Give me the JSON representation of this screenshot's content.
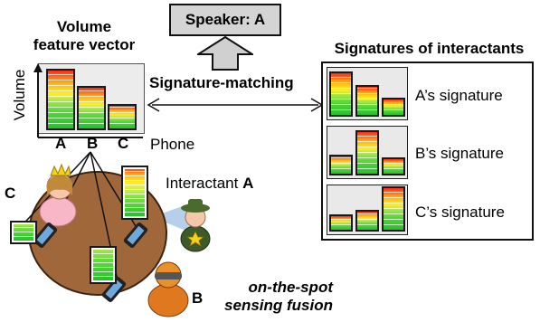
{
  "speaker_box": {
    "label": "Speaker: A"
  },
  "feature_vector": {
    "title_line1": "Volume",
    "title_line2": "feature vector",
    "y_axis_label": "Volume",
    "x_axis_label": "Phone",
    "categories": [
      "A",
      "B",
      "C"
    ],
    "levels": [
      1.0,
      0.72,
      0.42
    ]
  },
  "matching": {
    "label": "Signature-matching"
  },
  "signatures": {
    "title": "Signatures of interactants",
    "items": [
      {
        "label": "A’s signature",
        "levels": [
          1.0,
          0.7,
          0.42
        ]
      },
      {
        "label": "B’s signature",
        "levels": [
          0.45,
          1.0,
          0.4
        ]
      },
      {
        "label": "C’s signature",
        "levels": [
          0.38,
          0.48,
          1.0
        ]
      }
    ]
  },
  "scene": {
    "interactant_prefix": "Interactant ",
    "interactant_letter": "A",
    "label_b": "B",
    "label_c": "C",
    "fusion_line1": "on-the-spot",
    "fusion_line2": "sensing fusion"
  },
  "colors": {
    "table": "#a0683a",
    "arrow_fill": "#d0d0d0",
    "speaker_box_fill": "#d4d4d4",
    "cone": "#a9c7e8"
  }
}
